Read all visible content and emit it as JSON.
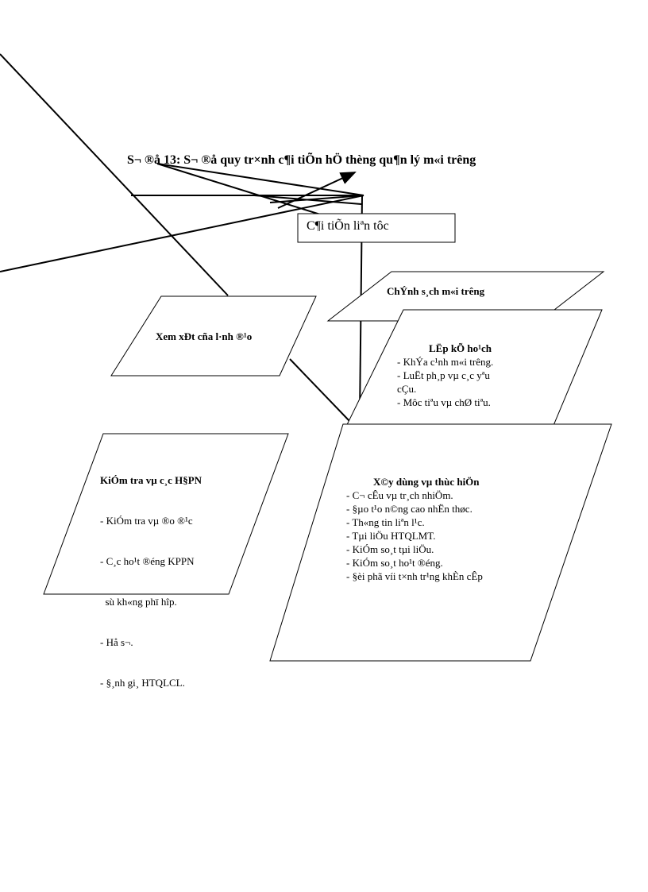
{
  "title": "S¬ ®å 13: S¬ ®å quy tr×nh c¶i tiÕn hÖ thèng qu¶n lý m«i tr­êng",
  "continuous_improvement": "C¶i tiÕn liªn tôc",
  "policy": "ChÝnh s¸ch m«i tr­êng",
  "review": "Xem xÐt cña l·nh ®¹o",
  "planning": {
    "heading": "LËp kÕ ho¹ch",
    "items": [
      "- KhÝa c¹nh m«i tr­êng.",
      "- LuËt ph¸p vµ c¸c yªu",
      "cÇu.",
      "- Môc tiªu vµ chØ tiªu."
    ]
  },
  "checking": {
    "heading": "KiÓm tra vµ c¸c H§PN",
    "items": [
      "- KiÓm tra vµ ®o ®¹c",
      "- C¸c ho¹t ®éng KPPN",
      "  sù kh«ng phï hîp.",
      "- Hå s¬.",
      "- §¸nh gi¸ HTQLCL."
    ]
  },
  "implementation": {
    "heading": "X©y dùng vµ thùc hiÖn",
    "items": [
      "- C¬ cÊu vµ tr¸ch nhiÖm.",
      "- §µo t¹o n©ng cao nhËn thøc.",
      "- Th«ng tin liªn l¹c.",
      "- Tµi liÖu HTQLMT.",
      "- KiÓm so¸t tµi liÖu.",
      "- KiÓm so¸t ho¹t ®éng.",
      "- §èi phã víi t×nh tr¹ng khÈn cÊp"
    ]
  }
}
